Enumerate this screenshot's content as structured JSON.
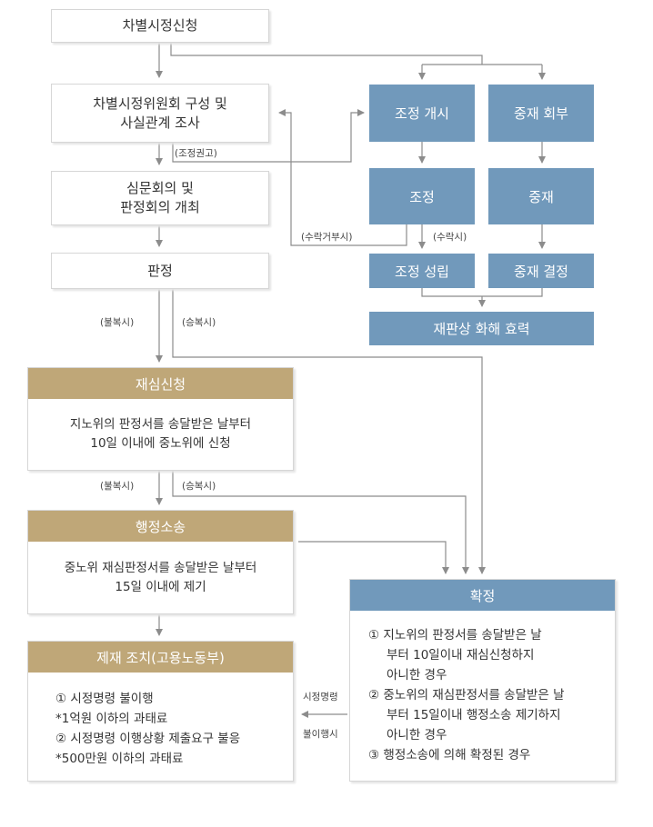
{
  "left": {
    "apply": "차별시정신청",
    "committee_l1": "차별시정위원회 구성 및",
    "committee_l2": "사실관계 조사",
    "hearing_l1": "심문회의 및",
    "hearing_l2": "판정회의 개최",
    "judgment": "판정"
  },
  "right": {
    "mediation_start": "조정 개시",
    "arbitration_refer": "중재 회부",
    "mediation": "조정",
    "arbitration": "중재",
    "mediation_done": "조정 성립",
    "arbitration_done": "중재 결정",
    "settlement": "재판상 화해 효력"
  },
  "review": {
    "title": "재심신청",
    "line1": "지노위의 판정서를 송달받은 날부터",
    "line2": "10일 이내에 중노위에 신청"
  },
  "lawsuit": {
    "title": "행정소송",
    "line1": "중노위 재심판정서를 송달받은 날부터",
    "line2": "15일 이내에 제기"
  },
  "sanction": {
    "title": "제재 조치(고용노동부)",
    "items": [
      "① 시정명령 불이행",
      "*1억원 이하의 과태료",
      "② 시정명령 이행상황 제출요구 불응",
      "*500만원 이하의 과태료"
    ]
  },
  "final": {
    "title": "확정",
    "item1_l1": "①  지노위의 판정서를 송달받은 날",
    "item1_l2": "부터 10일이내 재심신청하지",
    "item1_l3": "아니한 경우",
    "item2_l1": "②  중노위의 재심판정서를  송달받은 날",
    "item2_l2": "부터 15일이내 행정소송 제기하지",
    "item2_l3": "아니한 경우",
    "item3": "③ 행정소송에 의해 확정된 경우"
  },
  "labels": {
    "mediation_recommend": "(조정권고)",
    "mediation_reject": "(수락거부시)",
    "mediation_accept": "(수락시)",
    "dissatisfied1": "(불복시)",
    "accepted1": "(승복시)",
    "dissatisfied2": "(불복시)",
    "accepted2": "(승복시)",
    "order_l1": "시정명령",
    "order_l2": "불이행시"
  },
  "colors": {
    "gold": "#bfa778",
    "blue": "#7199bb",
    "line": "#8c8c8c"
  }
}
